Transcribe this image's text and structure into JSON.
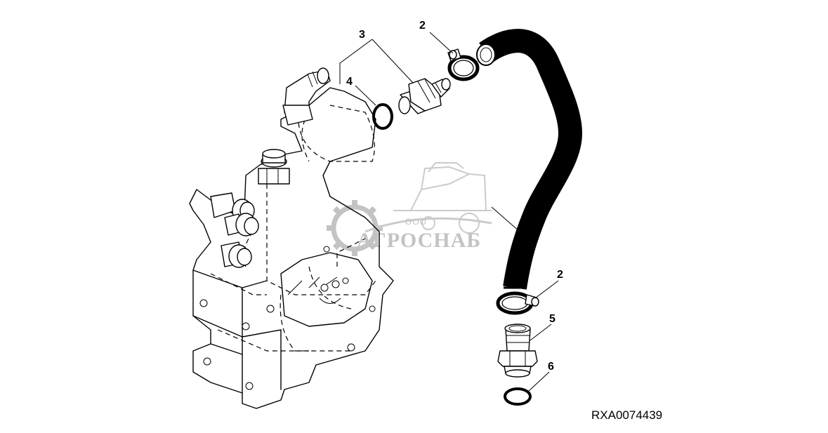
{
  "callouts": {
    "c2_top": "2",
    "c3": "3",
    "c4": "4",
    "c2_bottom": "2",
    "c5": "5",
    "c6": "6"
  },
  "drawing_id": "RXA0074439",
  "watermark": {
    "small_text": "ООО",
    "brand_text": "АГРОСНАБ"
  },
  "colors": {
    "ink": "#000000",
    "watermark": "#bdbdbd",
    "background": "#ffffff"
  }
}
